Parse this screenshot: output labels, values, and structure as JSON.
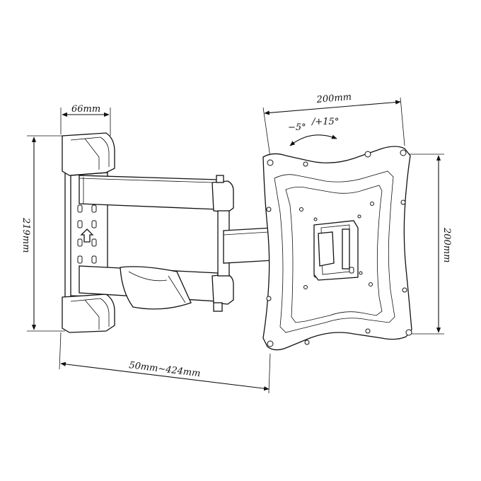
{
  "dimensions": {
    "wall_plate_width": "66mm",
    "height": "219mm",
    "extension": "50mm~424mm",
    "vesa_horizontal": "200mm",
    "vesa_vertical": "200mm",
    "tilt_negative": "−5°",
    "tilt_positive": "/+15°"
  },
  "colors": {
    "line": "#111111",
    "background": "#ffffff"
  }
}
